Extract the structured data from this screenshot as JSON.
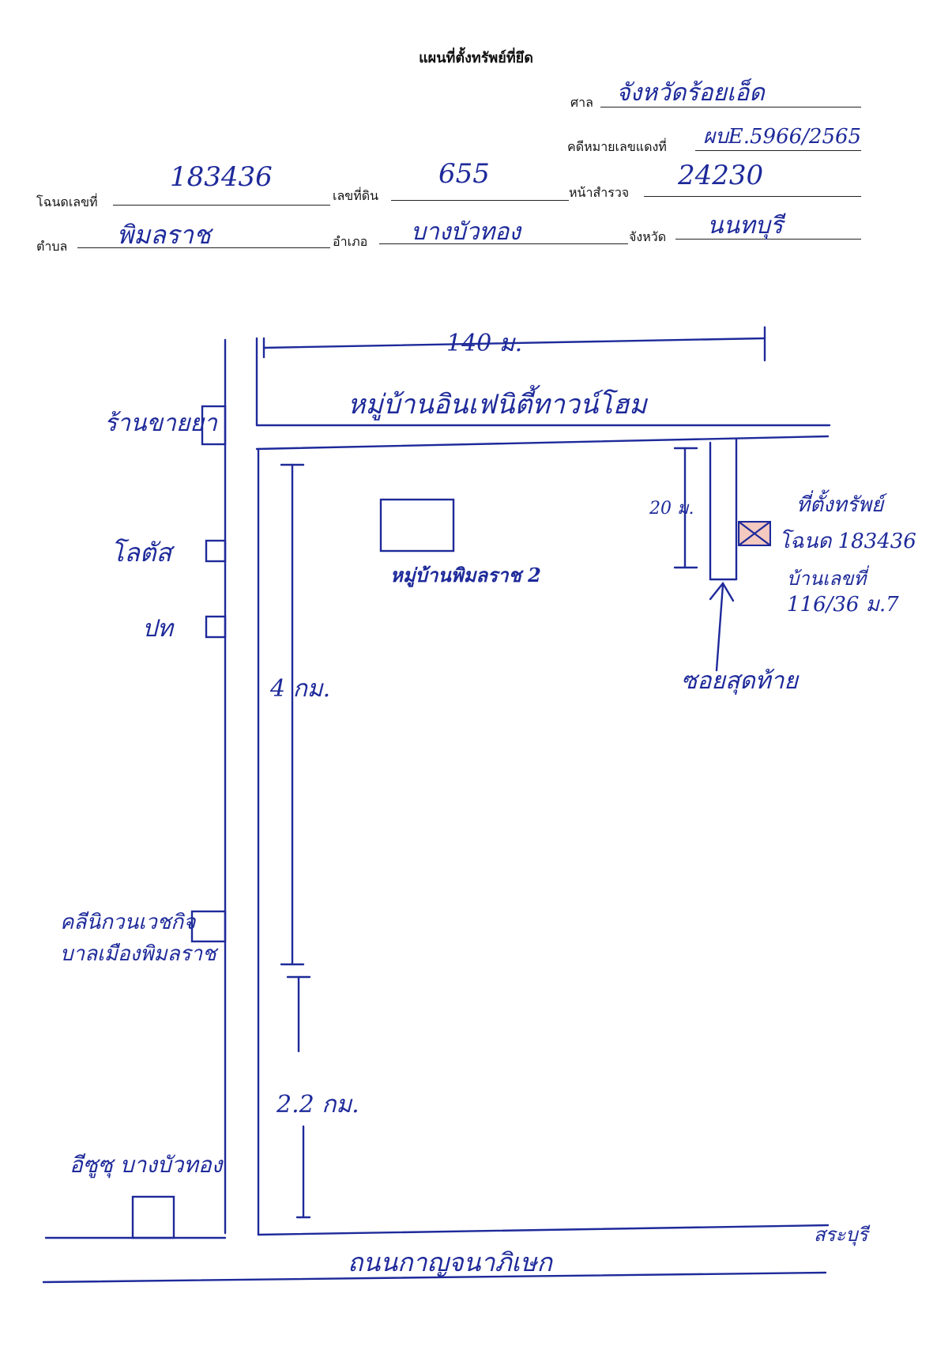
{
  "document": {
    "title": "แผนที่ตั้งทรัพย์ที่ยึด"
  },
  "form": {
    "court": {
      "label": "ศาล",
      "value": "จังหวัดร้อยเอ็ด"
    },
    "case_no": {
      "label": "คดีหมายเลขแดงที่",
      "value": "ผบE.5966/2565"
    },
    "title_deed": {
      "label": "โฉนดเลขที่",
      "value": "183436"
    },
    "land_no": {
      "label": "เลขที่ดิน",
      "value": "655"
    },
    "survey_page": {
      "label": "หน้าสำรวจ",
      "value": "24230"
    },
    "subdistrict": {
      "label": "ตำบล",
      "value": "พิมลราช"
    },
    "district": {
      "label": "อำเภอ",
      "value": "บางบัวทอง"
    },
    "province": {
      "label": "จังหวัด",
      "value": "นนทบุรี"
    }
  },
  "map": {
    "distance_top": "140 ม.",
    "village_top": "หมู่บ้านอินเฟนิตี้ทาวน์โฮม",
    "shop_pharmacy": "ร้านขายยา",
    "lotus": "โลตัส",
    "ptt": "ปท",
    "village_inner": "หมู่บ้านพิมลราช 2",
    "distance_soi": "20 ม.",
    "property_title": "ที่ตั้งทรัพย์",
    "property_deed": "โฉนด 183436",
    "property_house_no": "บ้านเลขที่",
    "property_address": "116/36 ม.7",
    "soi_end": "ซอยสุดท้าย",
    "distance_4km": "4 กม.",
    "clinic_line1": "คลีนิกวนเวชกิจ",
    "clinic_line2": "บาลเมืองพิมลราช",
    "distance_2km": "2.2 กม.",
    "isuzu": "อีซูซุ บางบัวทอง",
    "road_bottom": "ถนนกาญจนาภิเษก",
    "direction": "สระบุรี"
  }
}
